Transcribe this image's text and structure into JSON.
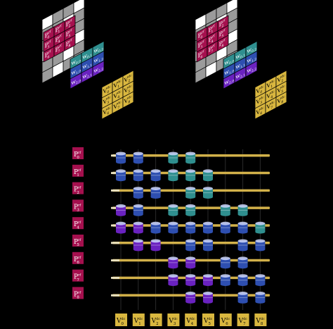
{
  "colors": {
    "p_cell": "#a5104e",
    "v_cell": "#d9b73f",
    "w_teal": "#2f8f8f",
    "w_blue": "#2e4fb0",
    "w_purple": "#6a22c0",
    "gray_cell": "#9b9b9b",
    "white_cell": "#ffffff",
    "bus_line": "#d2b14a",
    "bus_stub": "#e9e2c2",
    "bg": "#000000"
  },
  "left_panel": {
    "p_labels": [
      {
        "b": "P",
        "s": "rf",
        "n": "0"
      },
      {
        "b": "P",
        "s": "rf",
        "n": "1"
      },
      {
        "b": "P",
        "s": "rf",
        "n": "2"
      },
      {
        "b": "P",
        "s": "rf",
        "n": "3"
      },
      {
        "b": "P",
        "s": "rf",
        "n": "4"
      },
      {
        "b": "P",
        "s": "rf",
        "n": "5"
      },
      {
        "b": "P",
        "s": "rf",
        "n": "6"
      },
      {
        "b": "P",
        "s": "rf",
        "n": "7"
      },
      {
        "b": "P",
        "s": "rf",
        "n": "8"
      }
    ],
    "w_labels": [
      {
        "b": "w",
        "n": "0,0"
      },
      {
        "b": "w",
        "n": "0,1"
      },
      {
        "b": "w",
        "n": "0,2"
      },
      {
        "b": "w",
        "n": "1,0"
      },
      {
        "b": "w",
        "n": "1,1"
      },
      {
        "b": "w",
        "n": "1,2"
      },
      {
        "b": "w",
        "n": "2,0"
      },
      {
        "b": "w",
        "n": "2,1"
      },
      {
        "b": "w",
        "n": "2,2"
      }
    ],
    "v_labels": [
      {
        "b": "V",
        "s": "dc",
        "n": "0"
      },
      {
        "b": "V",
        "s": "dc",
        "n": "1"
      },
      {
        "b": "V",
        "s": "dc",
        "n": "2"
      },
      {
        "b": "V",
        "s": "dc",
        "n": "3"
      },
      {
        "b": "V",
        "s": "dc",
        "n": "4"
      },
      {
        "b": "V",
        "s": "dc",
        "n": "5"
      },
      {
        "b": "V",
        "s": "dc",
        "n": "6"
      },
      {
        "b": "V",
        "s": "dc",
        "n": "7"
      },
      {
        "b": "V",
        "s": "dc",
        "n": "8"
      }
    ]
  },
  "right_panel": {
    "p_labels": [
      {
        "b": "P",
        "s": "rf",
        "n": "0"
      },
      {
        "b": "P",
        "s": "rf",
        "n": "1"
      },
      {
        "b": "P",
        "s": "rf",
        "n": "2"
      },
      {
        "b": "P",
        "s": "rf",
        "n": "3"
      },
      {
        "b": "P",
        "s": "rf",
        "n": "4"
      },
      {
        "b": "P",
        "s": "rf",
        "n": "5"
      },
      {
        "b": "P",
        "s": "rf",
        "n": "6"
      },
      {
        "b": "P",
        "s": "rf",
        "n": "7"
      },
      {
        "b": "P",
        "s": "rf",
        "n": "8"
      }
    ],
    "w_labels": [
      {
        "b": "w",
        "n": "0,0"
      },
      {
        "b": "w",
        "n": "0,1"
      },
      {
        "b": "w",
        "n": "0,2"
      },
      {
        "b": "w",
        "n": "1,0"
      },
      {
        "b": "w",
        "n": "1,1"
      },
      {
        "b": "w",
        "n": "1,2"
      },
      {
        "b": "w",
        "n": "2,0"
      },
      {
        "b": "w",
        "n": "2,1"
      },
      {
        "b": "w",
        "n": "2,2"
      }
    ],
    "v_labels": [
      {
        "b": "V",
        "s": "dc",
        "n": "0"
      },
      {
        "b": "V",
        "s": "dc",
        "n": "1"
      },
      {
        "b": "V",
        "s": "dc",
        "n": "2"
      },
      {
        "b": "V",
        "s": "dc",
        "n": "3"
      },
      {
        "b": "V",
        "s": "dc",
        "n": "4"
      },
      {
        "b": "V",
        "s": "dc",
        "n": "5"
      },
      {
        "b": "V",
        "s": "dc",
        "n": "6"
      },
      {
        "b": "V",
        "s": "dc",
        "n": "7"
      },
      {
        "b": "V",
        "s": "dc",
        "n": "8"
      }
    ]
  },
  "crossbar": {
    "row_labels": [
      {
        "b": "P",
        "s": "rf",
        "n": "0"
      },
      {
        "b": "P",
        "s": "rf",
        "n": "1"
      },
      {
        "b": "P",
        "s": "rf",
        "n": "2"
      },
      {
        "b": "P",
        "s": "rf",
        "n": "3"
      },
      {
        "b": "P",
        "s": "rf",
        "n": "4"
      },
      {
        "b": "P",
        "s": "rf",
        "n": "5"
      },
      {
        "b": "P",
        "s": "rf",
        "n": "6"
      },
      {
        "b": "P",
        "s": "rf",
        "n": "7"
      },
      {
        "b": "P",
        "s": "rf",
        "n": "8"
      }
    ],
    "col_labels": [
      {
        "b": "V",
        "s": "dc",
        "n": "0"
      },
      {
        "b": "V",
        "s": "dc",
        "n": "1"
      },
      {
        "b": "V",
        "s": "dc",
        "n": "2"
      },
      {
        "b": "V",
        "s": "dc",
        "n": "3"
      },
      {
        "b": "V",
        "s": "dc",
        "n": "4"
      },
      {
        "b": "V",
        "s": "dc",
        "n": "5"
      },
      {
        "b": "V",
        "s": "dc",
        "n": "6"
      },
      {
        "b": "V",
        "s": "dc",
        "n": "7"
      },
      {
        "b": "V",
        "s": "dc",
        "n": "8"
      }
    ],
    "device_grid": [
      [
        0,
        0,
        9,
        9,
        0,
        0,
        0,
        0,
        0
      ],
      [
        0,
        0,
        0,
        0,
        0,
        9,
        9,
        0,
        0
      ],
      [
        0,
        0,
        0,
        0,
        9,
        9,
        9,
        0,
        0
      ],
      [
        0,
        0,
        0,
        0,
        0,
        0,
        0,
        9,
        9
      ],
      [
        0,
        0,
        0,
        0,
        0,
        0,
        0,
        0,
        0
      ],
      [
        0,
        0,
        0,
        0,
        0,
        0,
        0,
        0,
        0
      ],
      [
        0,
        0,
        0,
        0,
        0,
        0,
        0,
        0,
        0
      ],
      [
        0,
        0,
        0,
        0,
        0,
        0,
        0,
        0,
        0
      ],
      [
        0,
        0,
        0,
        0,
        0,
        0,
        0,
        0,
        0
      ]
    ],
    "devices": [
      [
        1,
        1,
        0,
        1,
        1,
        0,
        0,
        0,
        0
      ],
      [
        1,
        1,
        1,
        1,
        1,
        1,
        0,
        0,
        0
      ],
      [
        0,
        1,
        1,
        0,
        1,
        1,
        0,
        0,
        0
      ],
      [
        1,
        1,
        0,
        1,
        1,
        0,
        1,
        1,
        0
      ],
      [
        1,
        1,
        1,
        1,
        1,
        1,
        1,
        1,
        1
      ],
      [
        0,
        1,
        1,
        0,
        1,
        1,
        0,
        1,
        1
      ],
      [
        0,
        0,
        0,
        1,
        1,
        0,
        1,
        1,
        0
      ],
      [
        0,
        0,
        0,
        1,
        1,
        1,
        1,
        1,
        1
      ],
      [
        0,
        0,
        0,
        0,
        1,
        1,
        0,
        1,
        1
      ]
    ],
    "device_colors": [
      [
        "blue",
        "blue",
        null,
        "teal",
        "teal",
        null,
        null,
        null,
        null
      ],
      [
        "blue",
        "blue",
        "blue",
        "teal",
        "teal",
        "teal",
        null,
        null,
        null
      ],
      [
        null,
        "blue",
        "blue",
        null,
        "teal",
        "teal",
        null,
        null,
        null
      ],
      [
        "purple",
        "blue",
        null,
        "teal",
        "teal",
        null,
        "teal",
        "teal",
        null
      ],
      [
        "purple",
        "purple",
        "blue",
        "blue",
        "blue",
        "blue",
        "blue",
        "blue",
        "teal"
      ],
      [
        null,
        "purple",
        "purple",
        null,
        "blue",
        "blue",
        null,
        "blue",
        "blue"
      ],
      [
        null,
        null,
        null,
        "purple",
        "purple",
        null,
        "blue",
        "blue",
        null
      ],
      [
        null,
        null,
        null,
        "purple",
        "purple",
        "purple",
        "blue",
        "blue",
        "blue"
      ],
      [
        null,
        null,
        null,
        null,
        "purple",
        "purple",
        null,
        "blue",
        "blue"
      ]
    ]
  }
}
